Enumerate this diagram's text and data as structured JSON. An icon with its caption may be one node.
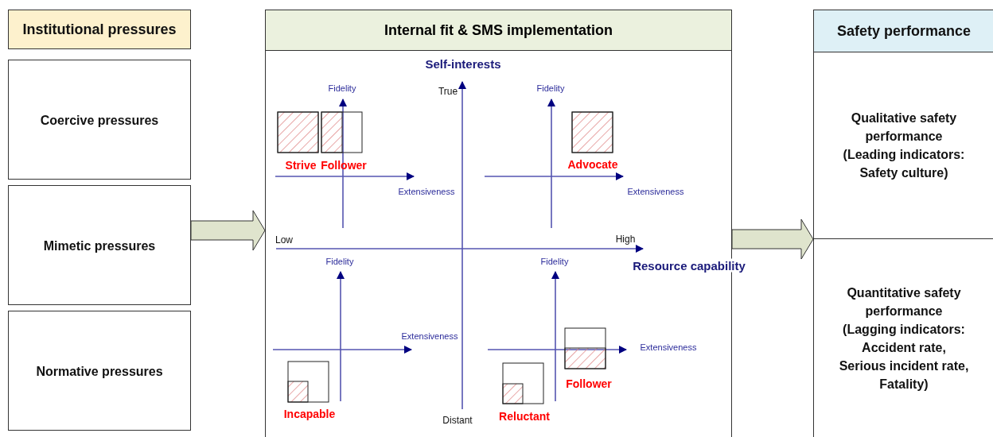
{
  "diagram": {
    "nodes": [
      {
        "text": [
          "Institutional pressures"
        ]
      },
      {
        "text": [
          "Coercive pressures"
        ]
      },
      {
        "text": [
          "Mimetic pressures"
        ]
      },
      {
        "text": [
          "Normative pressures"
        ]
      },
      {
        "text": [
          "Internal fit & SMS implementation"
        ]
      },
      {
        "text": [
          "Safety performance"
        ]
      },
      {
        "text": [],
        "shape": "box"
      },
      {
        "text": [
          "Qualitative safety performance (Leading indicators: Safety culture)"
        ],
        "in": 6
      },
      {
        "text": [
          "Quantitative safety performance (Lagging indicators: Accident rate, Serious incident rate, Fatality)"
        ],
        "in": 6
      }
    ],
    "edges": [
      {
        "from": 2,
        "to": 4,
        "arrow": "to",
        "style": "thick"
      },
      {
        "from": 4,
        "to": 6,
        "arrow": "to",
        "style": "thick"
      }
    ],
    "labels": [
      "Self-interests",
      "Fidelity",
      "True",
      "Fidelity",
      "Strive",
      "Follower",
      "Advocate",
      "Extensiveness",
      "Extensiveness",
      "Low",
      "High",
      "Fidelity",
      "Resource capability",
      "Fidelity",
      "Extensiveness",
      "Extensiveness",
      "Follower",
      "Incapable",
      "Reluctant",
      "Distant"
    ]
  }
}
